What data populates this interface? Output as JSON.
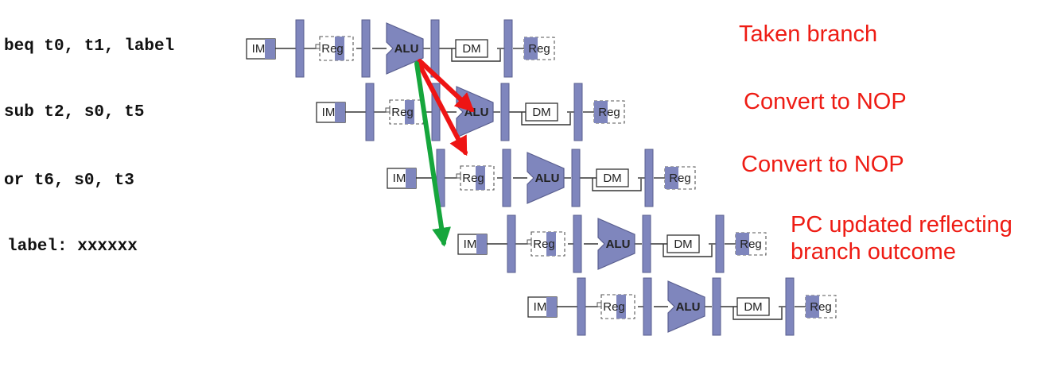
{
  "instructions": [
    "beq t0, t1, label",
    "sub t2, s0, t5",
    "or t6, s0, t3",
    "label: xxxxxx"
  ],
  "annotations": [
    "Taken branch",
    "Convert to NOP",
    "Convert to NOP",
    "PC updated reflecting\nbranch outcome"
  ],
  "stage_labels": {
    "im": "IM",
    "reg": "Reg",
    "alu": "ALU",
    "dm": "DM"
  },
  "colors": {
    "pipeline_fill": "#7f86bd",
    "pipeline_stroke": "#5a5f8f",
    "annotation": "#ee1c14",
    "flush_arrow": "#ee1414",
    "branch_arrow": "#16a63c"
  }
}
